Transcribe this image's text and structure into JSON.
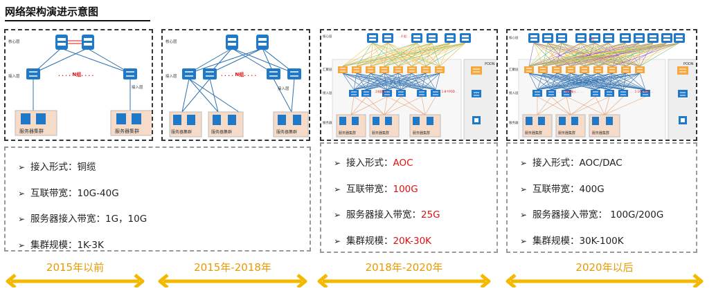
{
  "title": "网络架构演进示意图",
  "colors": {
    "accent_orange": "#f5a800",
    "highlight_red": "#e01010",
    "switch_blue": "#1f78c8",
    "server_bg": "#f6dcc8"
  },
  "panel1": {
    "core_label": "核心层",
    "access_label_left": "接入层",
    "access_label_right": "接入层",
    "groups_label": ". . . . N组. . . . ",
    "cluster_left": "服务器集群",
    "cluster_right": "服务器集群"
  },
  "panel2": {
    "core_label": "核心层",
    "access_label_left": "接入层",
    "access_label_right": "接入层",
    "groups_label": ". . . . N组. . . . ",
    "cluster_a": "服务器集群",
    "cluster_b": "服务器集群",
    "cluster_c": "服务器集群"
  },
  "panel3": {
    "core_label": "核心层",
    "agg_label": "汇聚层",
    "access_label": "接入层",
    "server_label": "服务器",
    "podn_label": "PODN",
    "core_dots": ". . 4 组 . . ",
    "access_dots": ". . . . 24组接入 . . . .",
    "access_dots_right": ". . . 1-8个POD . .",
    "cluster_a": "服务器集群",
    "cluster_b": "服务器集群",
    "cluster_c": "服务器集群"
  },
  "panel4": {
    "core_label": "核心层",
    "agg_label": "汇聚层",
    "access_label": "接入层",
    "server_label": "服务器",
    "podn_label": "PODN",
    "core_dots": ". . 4 组 . . ",
    "access_dots": ". . . . 24组接入 . . . .",
    "access_dots_right": ". . . 1-16个POD . .",
    "cluster_a": "服务器集群",
    "cluster_b": "服务器集群",
    "cluster_c": "服务器集群"
  },
  "info1": {
    "item1_label": "接入形式：",
    "item1_value": "铜缆",
    "item2_label": "互联带宽：",
    "item2_value": "10G-40G",
    "item3_label": "服务器接入带宽：",
    "item3_value": "1G，10G",
    "item4_label": "集群规模：",
    "item4_value": "1K-3K"
  },
  "info2": {
    "item1_label": "接入形式：",
    "item1_value": "AOC",
    "item2_label": "互联带宽：",
    "item2_value": "100G",
    "item3_label": "服务器接入带宽：",
    "item3_value": "25G",
    "item4_label": "集群规模：",
    "item4_value": "20K-30K"
  },
  "info3": {
    "item1_label": "接入形式：",
    "item1_value": "AOC/DAC",
    "item2_label": "互联带宽：",
    "item2_value": "400G",
    "item3_label": "服务器接入带宽：",
    "item3_value": " 100G/200G",
    "item4_label": "集群规模：",
    "item4_value": "30K-100K"
  },
  "eras": [
    "2015年以前",
    "2015年-2018年",
    "2018年-2020年",
    "2020年以后"
  ],
  "arrow_glyph": "➢"
}
